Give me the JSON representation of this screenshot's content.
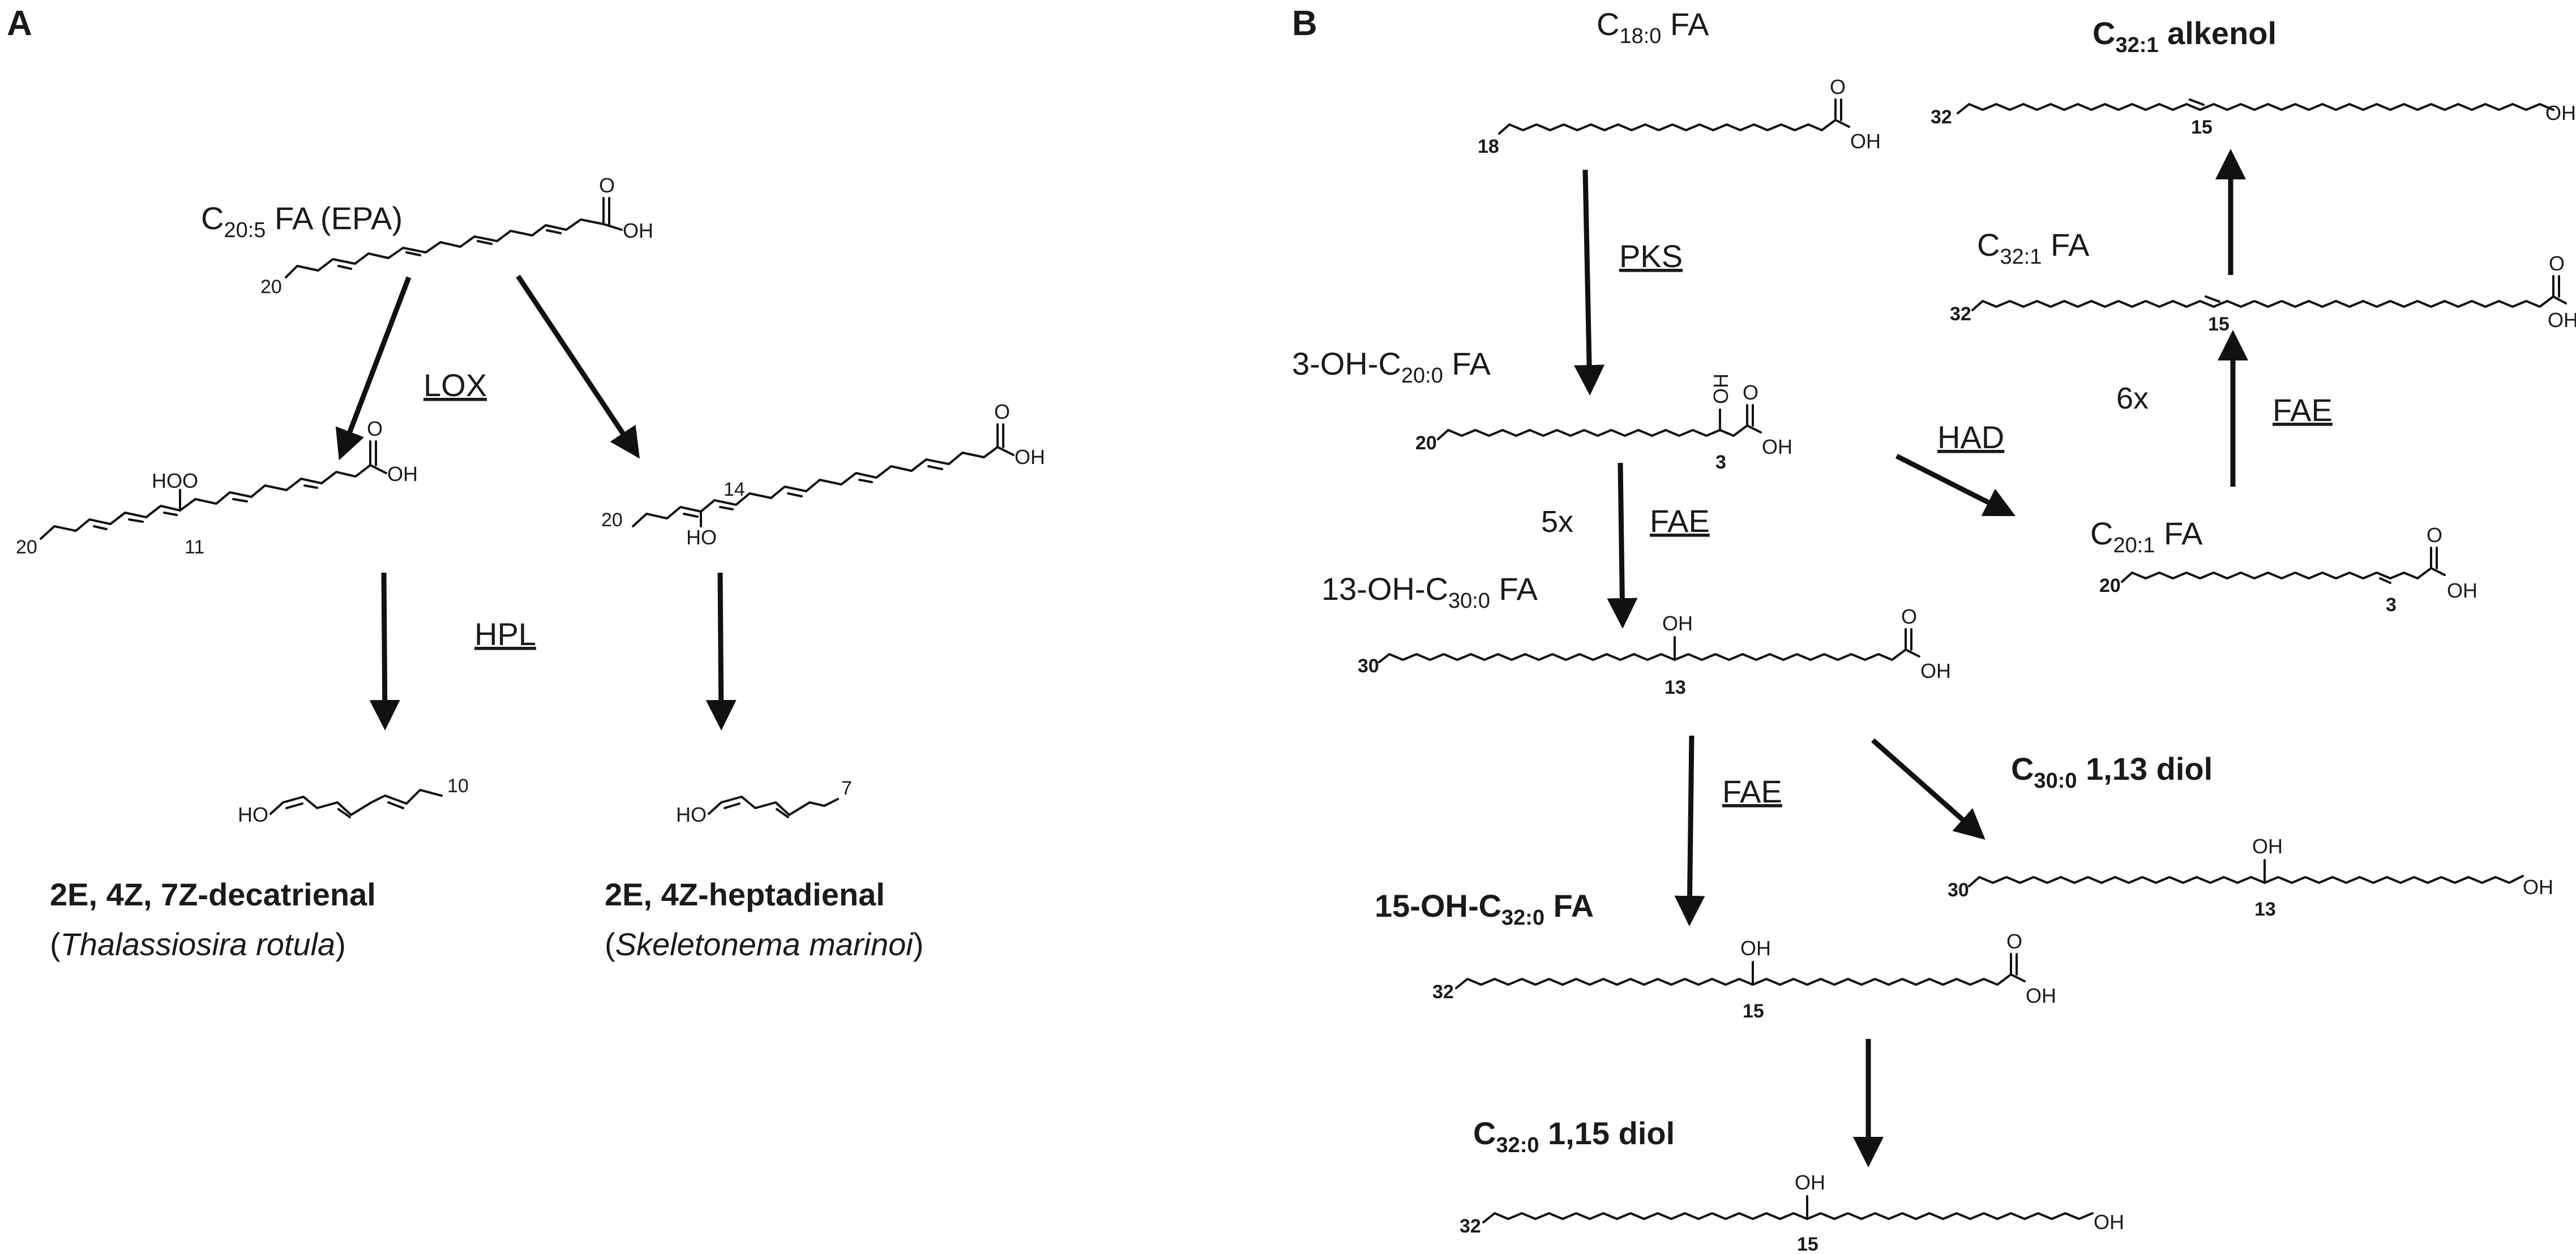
{
  "panels": {
    "a": "A",
    "b": "B"
  },
  "atoms": {
    "oh": "OH",
    "o": "O",
    "hoo": "HOO",
    "ho": "HO"
  },
  "panel_a": {
    "epa": {
      "main": "C",
      "sub": "20:5",
      "rest": " FA (EPA)",
      "num_end": "20"
    },
    "lox": "LOX",
    "hpl": "HPL",
    "hydroperoxide": {
      "num_end": "20",
      "num_pos": "11"
    },
    "hydroxy": {
      "num_end": "20",
      "num_pos": "14"
    },
    "decatrienal": {
      "num_end": "10",
      "name": "2E, 4Z, 7Z-decatrienal",
      "paren_open": "(",
      "species": "Thalassiosira rotula",
      "paren_close": ")"
    },
    "heptadienal": {
      "num_end": "7",
      "name": "2E, 4Z-heptadienal",
      "paren_open": "(",
      "species": "Skeletonema marinoi",
      "paren_close": ")"
    }
  },
  "panel_b": {
    "c18": {
      "main": "C",
      "sub": "18:0",
      "rest": " FA",
      "num_end": "18"
    },
    "pks": "PKS",
    "oh3c20": {
      "pre": "3-OH-C",
      "sub": "20:0",
      "rest": " FA",
      "num_end": "20",
      "num_pos": "3"
    },
    "fae": "FAE",
    "x5": "5x",
    "had": "HAD",
    "c20_1": {
      "main": "C",
      "sub": "20:1",
      "rest": " FA",
      "num_end": "20",
      "num_pos": "3"
    },
    "x6": "6x",
    "c32_1fa": {
      "main": "C",
      "sub": "32:1",
      "rest": " FA",
      "num_end": "32",
      "num_pos": "15"
    },
    "c32_1alk": {
      "main": "C",
      "sub": "32:1",
      "rest": " alkenol",
      "num_end": "32",
      "num_pos": "15"
    },
    "oh13c30": {
      "pre": "13-OH-C",
      "sub": "30:0",
      "rest": " FA",
      "num_end": "30",
      "num_pos": "13"
    },
    "c30diol": {
      "main": "C",
      "sub": "30:0",
      "rest": " 1,13 diol",
      "num_end": "30",
      "num_pos": "13"
    },
    "oh15c32": {
      "pre": "15-OH-C",
      "sub": "32:0",
      "rest": " FA",
      "num_end": "32",
      "num_pos": "15"
    },
    "c32diol": {
      "main": "C",
      "sub": "32:0",
      "rest": " 1,15 diol",
      "num_end": "32",
      "num_pos": "15"
    }
  }
}
